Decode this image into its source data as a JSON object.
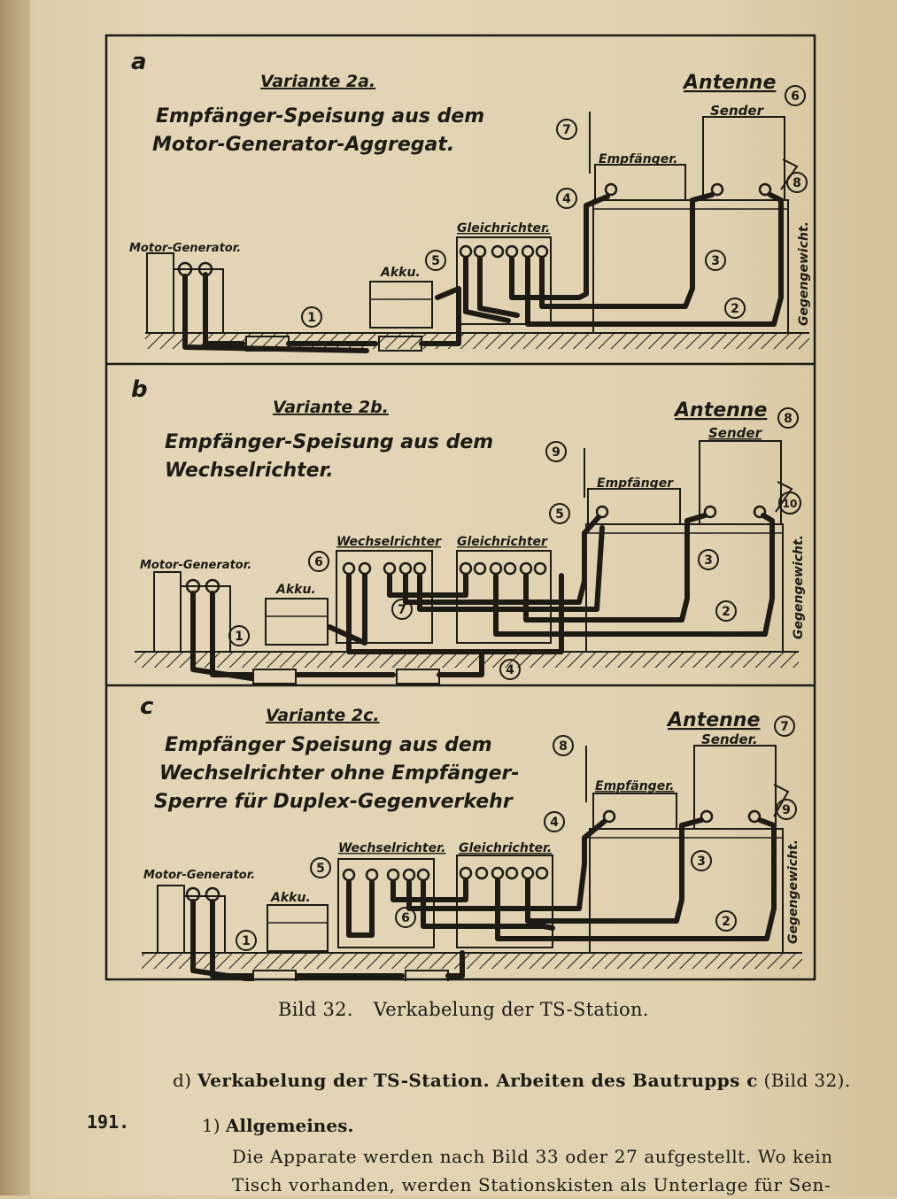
{
  "panels": [
    {
      "letter": "a",
      "variant": "Variante 2a.",
      "desc": [
        "Empfänger-Speisung aus dem",
        "Motor-Generator-Aggregat."
      ],
      "labels": {
        "motor": "Motor-Generator.",
        "akku": "Akku.",
        "gleich": "Gleichrichter.",
        "empf": "Empfänger.",
        "antenne": "Antenne",
        "sender": "Sender",
        "gegen": "Gegengewicht."
      },
      "numbers": [
        "1",
        "2",
        "3",
        "4",
        "5",
        "6",
        "7",
        "8"
      ]
    },
    {
      "letter": "b",
      "variant": "Variante 2b.",
      "desc": [
        "Empfänger-Speisung aus dem",
        "Wechselrichter."
      ],
      "labels": {
        "motor": "Motor-Generator.",
        "akku": "Akku.",
        "wechsel": "Wechselrichter",
        "gleich": "Gleichrichter",
        "empf": "Empfänger",
        "antenne": "Antenne",
        "sender": "Sender",
        "gegen": "Gegengewicht."
      },
      "numbers": [
        "1",
        "2",
        "3",
        "4",
        "5",
        "6",
        "7",
        "8",
        "9",
        "10"
      ]
    },
    {
      "letter": "c",
      "variant": "Variante 2c.",
      "desc": [
        "Empfänger Speisung aus dem",
        "Wechselrichter ohne Empfänger-",
        "Sperre für Duplex-Gegenverkehr"
      ],
      "labels": {
        "motor": "Motor-Generator.",
        "akku": "Akku.",
        "wechsel": "Wechselrichter.",
        "gleich": "Gleichrichter.",
        "empf": "Empfänger.",
        "antenne": "Antenne",
        "sender": "Sender.",
        "gegen": "Gegengewicht."
      },
      "numbers": [
        "1",
        "2",
        "3",
        "4",
        "5",
        "6",
        "7",
        "8",
        "9"
      ]
    }
  ],
  "caption": {
    "number": "Bild 32.",
    "text": "Verkabelung der TS-Station."
  },
  "section_d": {
    "prefix": "d)",
    "bold": "Verkabelung der TS-Station. Arbeiten des Bautrupps c",
    "suffix": "(Bild 32)."
  },
  "margin_number": "191.",
  "subsection": {
    "prefix": "1)",
    "title": "Allgemeines."
  },
  "paragraph_lines": [
    "Die Apparate werden nach Bild 33 oder 27 aufgestellt. Wo kein",
    "Tisch vorhanden, werden Stationskisten als Unterlage für Sen-"
  ]
}
